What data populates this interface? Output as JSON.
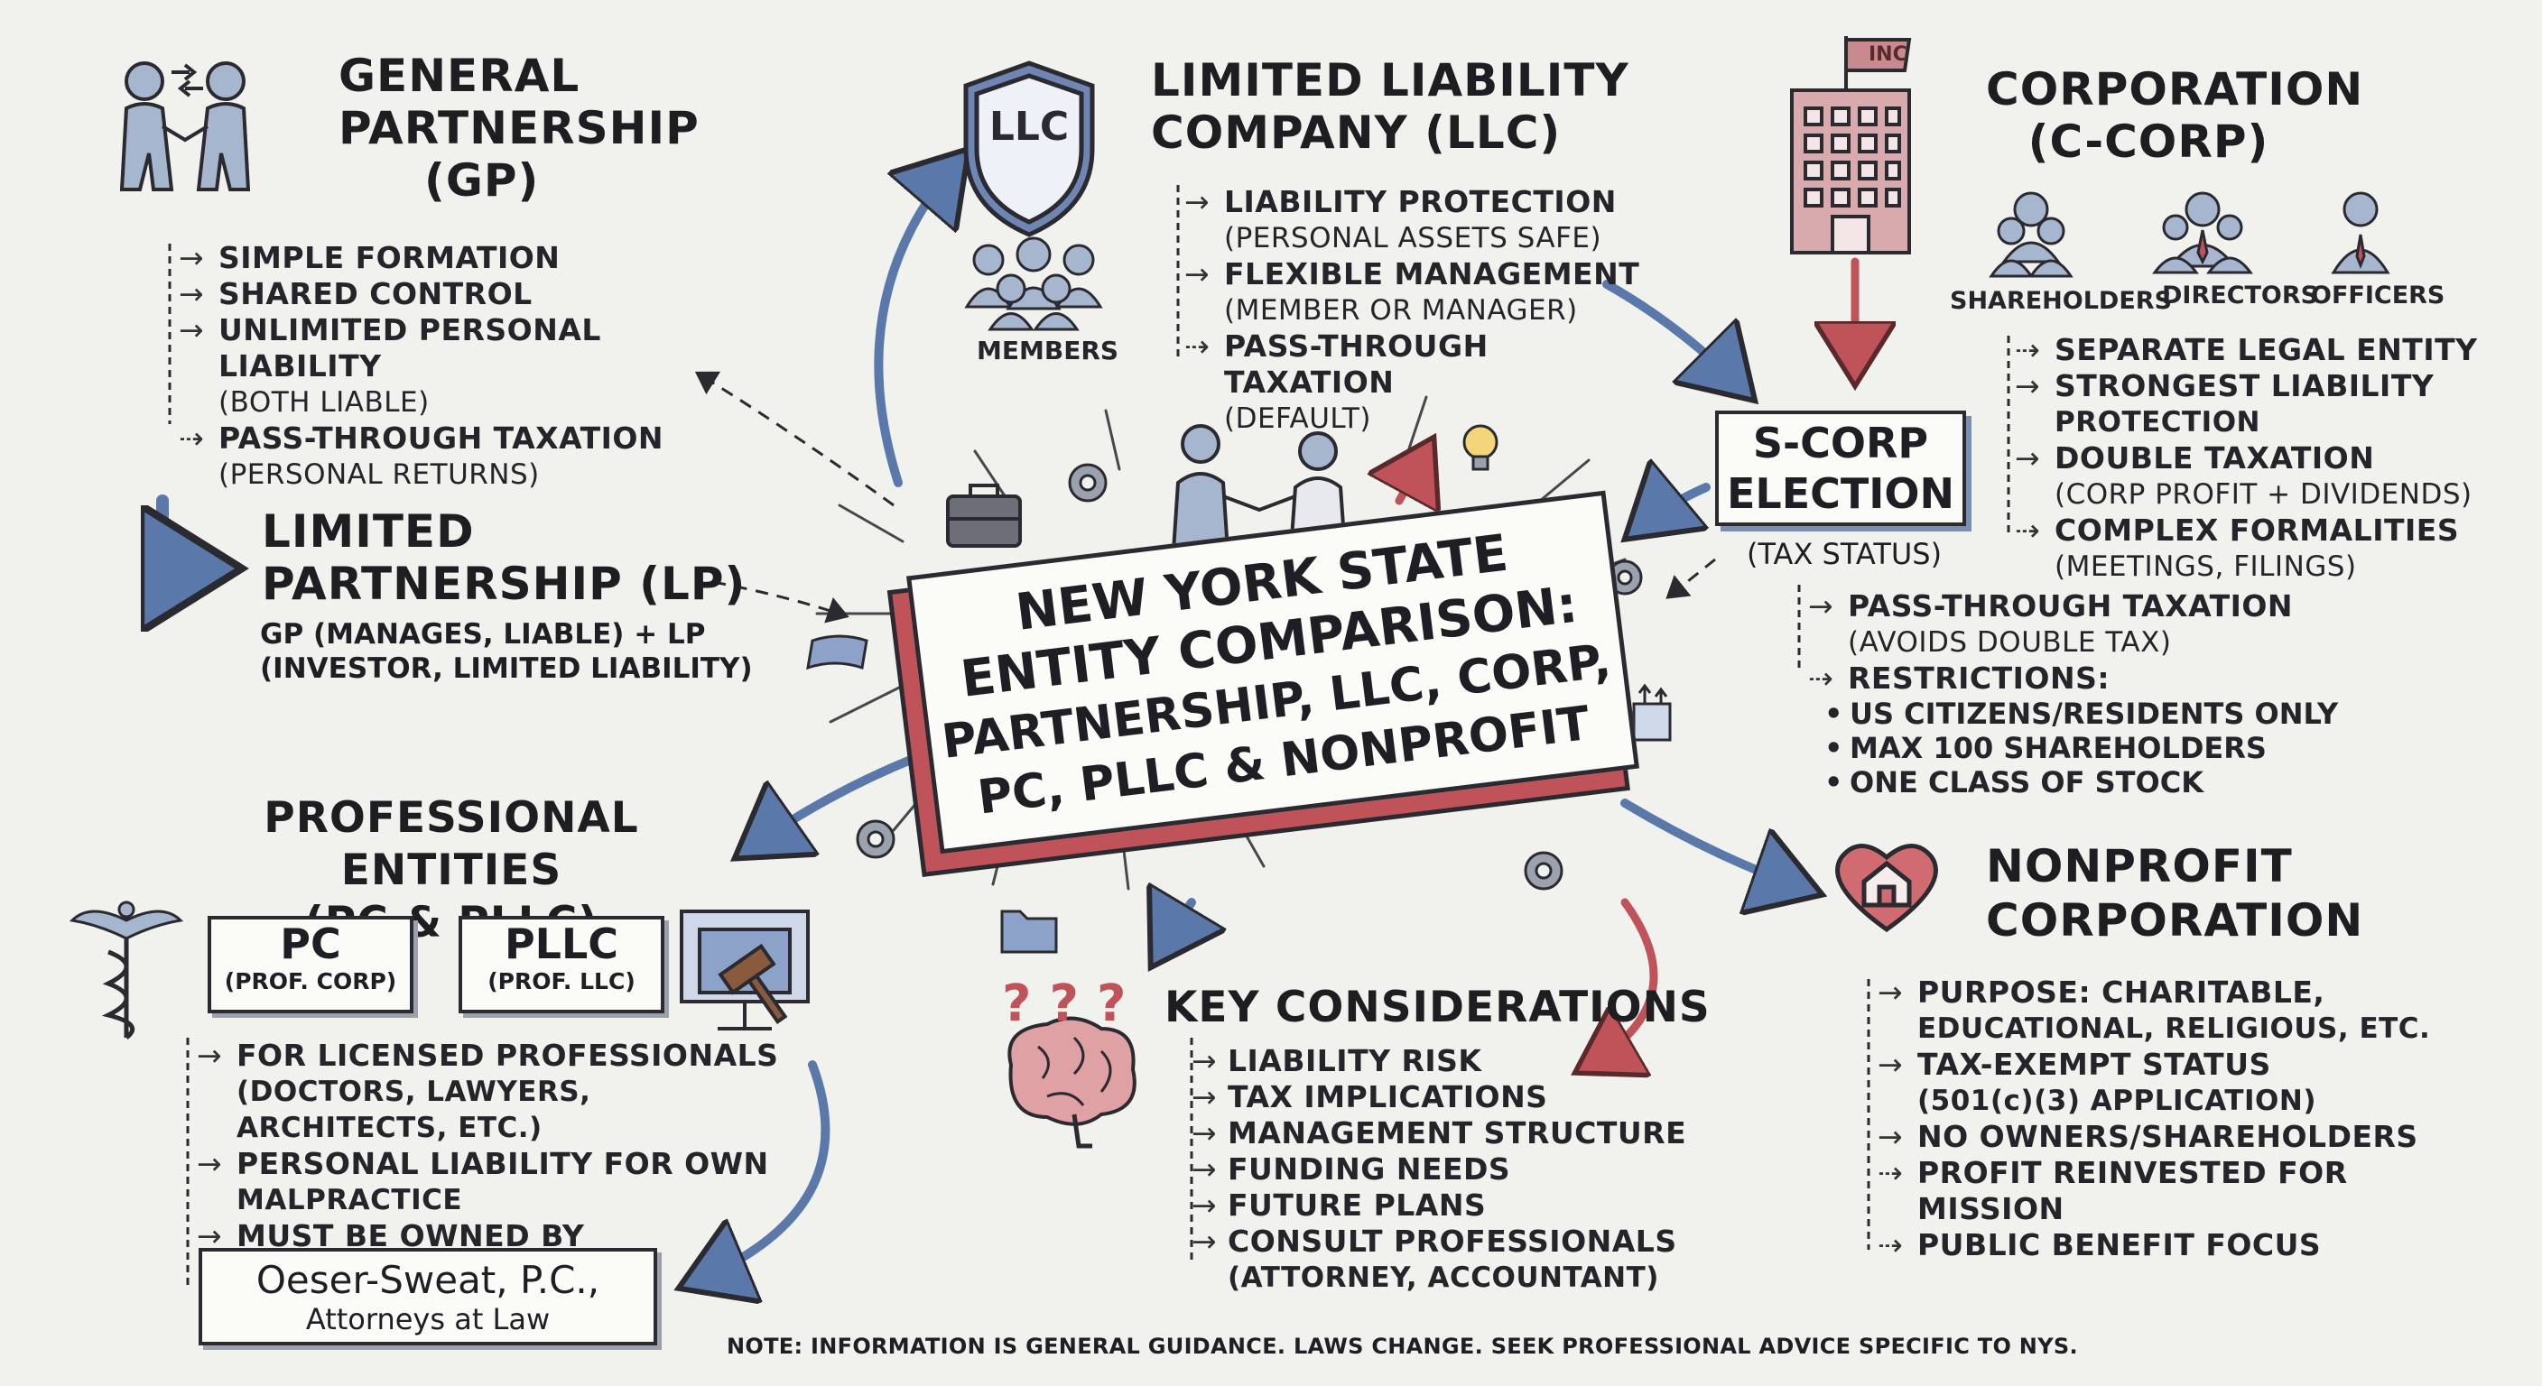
{
  "title": "NEW YORK STATE ENTITY COMPARISON: PARTNERSHIP, LLC, CORP, PC, PLLC & NONPROFIT",
  "title_lines": [
    "NEW YORK STATE",
    "ENTITY COMPARISON:",
    "PARTNERSHIP, LLC, CORP,",
    "PC, PLLC & NONPROFIT"
  ],
  "gp": {
    "title_lines": [
      "GENERAL",
      "PARTNERSHIP",
      "(GP)"
    ],
    "items": [
      {
        "text": "SIMPLE FORMATION",
        "sub": ""
      },
      {
        "text": "SHARED CONTROL",
        "sub": ""
      },
      {
        "text": "UNLIMITED PERSONAL LIABILITY",
        "sub": "(BOTH LIABLE)"
      },
      {
        "text": "PASS-THROUGH TAXATION",
        "sub": "(PERSONAL RETURNS)"
      }
    ]
  },
  "lp": {
    "title_lines": [
      "LIMITED",
      "PARTNERSHIP (LP)"
    ],
    "desc_lines": [
      "GP (MANAGES, LIABLE) + LP",
      "(INVESTOR, LIMITED LIABILITY)"
    ]
  },
  "llc": {
    "title_lines": [
      "LIMITED LIABILITY",
      "COMPANY (LLC)"
    ],
    "badge": "LLC",
    "members_label": "MEMBERS",
    "items": [
      {
        "text": "LIABILITY PROTECTION",
        "sub": "(PERSONAL ASSETS SAFE)"
      },
      {
        "text": "FLEXIBLE MANAGEMENT",
        "sub": "(MEMBER OR MANAGER)"
      },
      {
        "text": "PASS-THROUGH TAXATION",
        "sub": "(DEFAULT)"
      }
    ]
  },
  "corp": {
    "title_lines": [
      "CORPORATION",
      "(C-CORP)"
    ],
    "flag": "INC",
    "roles": [
      "SHAREHOLDERS",
      "DIRECTORS",
      "OFFICERS"
    ],
    "items": [
      {
        "text": "SEPARATE LEGAL ENTITY",
        "sub": ""
      },
      {
        "text": "STRONGEST LIABILITY",
        "sub": "PROTECTION"
      },
      {
        "text": "DOUBLE TAXATION",
        "sub": "(CORP PROFIT + DIVIDENDS)"
      },
      {
        "text": "COMPLEX FORMALITIES",
        "sub": "(MEETINGS, FILINGS)"
      }
    ]
  },
  "scorp": {
    "box_lines": [
      "S-CORP",
      "ELECTION"
    ],
    "status": "(TAX STATUS)",
    "items": [
      {
        "text": "PASS-THROUGH TAXATION",
        "sub": "(AVOIDS DOUBLE TAX)"
      },
      {
        "text": "RESTRICTIONS:",
        "sub": ""
      }
    ],
    "restrictions": [
      "US CITIZENS/RESIDENTS ONLY",
      "MAX 100 SHAREHOLDERS",
      "ONE CLASS OF STOCK"
    ]
  },
  "prof": {
    "title_lines": [
      "PROFESSIONAL ENTITIES",
      "(PC & PLLC)"
    ],
    "pc": {
      "name": "PC",
      "full": "(PROF. CORP)"
    },
    "pllc": {
      "name": "PLLC",
      "full": "(PROF. LLC)"
    },
    "items": [
      {
        "text": "FOR LICENSED PROFESSIONALS",
        "sub": "(DOCTORS, LAWYERS, ARCHITECTS, ETC.)"
      },
      {
        "text": "PERSONAL LIABILITY FOR OWN",
        "sub": "MALPRACTICE"
      },
      {
        "text": "MUST BE OWNED BY PROFESSIONALS",
        "sub": ""
      }
    ],
    "firm_name": "Oeser-Sweat, P.C.,",
    "firm_sub": "Attorneys at Law"
  },
  "key": {
    "title": "KEY CONSIDERATIONS",
    "items": [
      "LIABILITY RISK",
      "TAX IMPLICATIONS",
      "MANAGEMENT STRUCTURE",
      "FUNDING NEEDS",
      "FUTURE PLANS",
      "CONSULT PROFESSIONALS",
      "(ATTORNEY, ACCOUNTANT)"
    ]
  },
  "nonprofit": {
    "title_lines": [
      "NONPROFIT",
      "CORPORATION"
    ],
    "items": [
      {
        "text": "PURPOSE: CHARITABLE,",
        "sub": "EDUCATIONAL, RELIGIOUS, ETC."
      },
      {
        "text": "TAX-EXEMPT STATUS",
        "sub": "(501(c)(3) APPLICATION)"
      },
      {
        "text": "NO OWNERS/SHAREHOLDERS",
        "sub": ""
      },
      {
        "text": "PROFIT REINVESTED FOR MISSION",
        "sub": ""
      },
      {
        "text": "PUBLIC BENEFIT FOCUS",
        "sub": ""
      }
    ]
  },
  "note": "NOTE: INFORMATION IS GENERAL GUIDANCE. LAWS CHANGE. SEEK PROFESSIONAL ADVICE SPECIFIC TO NYS.",
  "colors": {
    "blue": "#5a79aa",
    "red": "#c0525a",
    "ink": "#1e1e24",
    "paper": "#f1f1ee"
  },
  "icons": [
    "handshake-icon",
    "shield-icon",
    "members-icon",
    "building-icon",
    "shareholders-icon",
    "directors-icon",
    "officers-icon",
    "caduceus-icon",
    "gavel-monitor-icon",
    "brain-icon",
    "heart-house-icon",
    "briefcase-icon",
    "gear-icon",
    "lightbulb-icon",
    "folder-icon"
  ]
}
